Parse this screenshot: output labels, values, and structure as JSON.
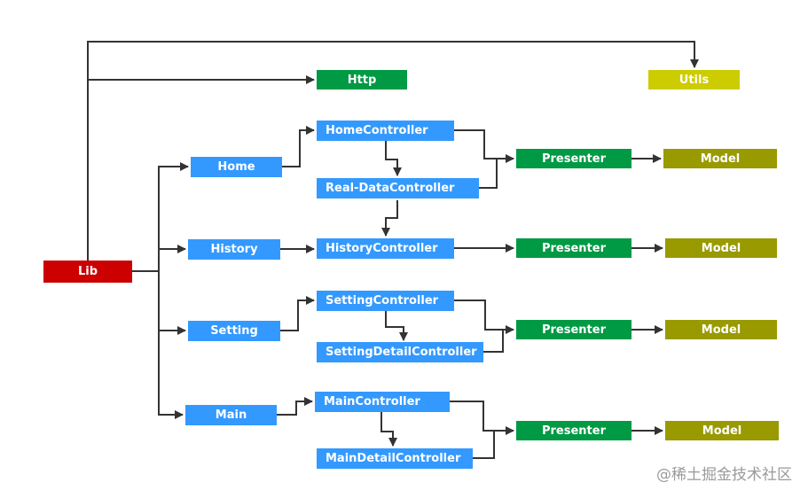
{
  "colors": {
    "lib": "#cc0000",
    "module": "#3399ff",
    "http": "#009944",
    "utils": "#cccc00",
    "presenter": "#009944",
    "model": "#999900",
    "edge": "#333333"
  },
  "nodes": {
    "lib": "Lib",
    "http": "Http",
    "utils": "Utils",
    "home": "Home",
    "history": "History",
    "setting": "Setting",
    "main": "Main",
    "home_controller": "HomeController",
    "realdata_controller": "Real-DataController",
    "history_controller": "HistoryController",
    "setting_controller": "SettingController",
    "setting_detail_controller": "SettingDetailController",
    "main_controller": "MainController",
    "main_detail_controller": "MainDetailController",
    "presenter": "Presenter",
    "model": "Model"
  },
  "watermark": "@稀土掘金技术社区"
}
